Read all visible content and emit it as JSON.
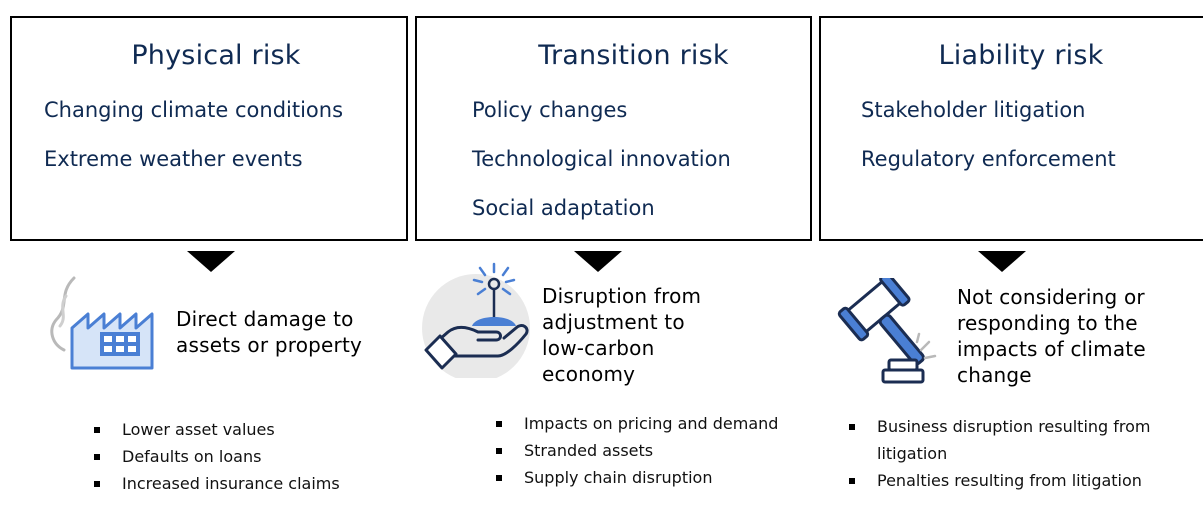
{
  "columns": [
    {
      "title": "Physical risk",
      "drivers": [
        "Changing climate conditions",
        "Extreme weather events"
      ],
      "icon": "factory-icon",
      "impact": "Direct damage to assets or property",
      "impact_lines": [
        "Direct damage to",
        "assets or property"
      ],
      "bullets": [
        "Lower asset values",
        "Defaults on loans",
        "Increased insurance claims"
      ]
    },
    {
      "title": "Transition risk",
      "drivers": [
        "Policy changes",
        "Technological innovation",
        "Social adaptation"
      ],
      "icon": "hand-turbine-icon",
      "impact": "Disruption from adjustment to low-carbon economy",
      "impact_lines": [
        "Disruption from",
        "adjustment to",
        "low-carbon",
        "economy"
      ],
      "bullets": [
        "Impacts on pricing and demand",
        "Stranded assets",
        "Supply chain disruption"
      ]
    },
    {
      "title": "Liability risk",
      "drivers": [
        "Stakeholder litigation",
        "Regulatory enforcement"
      ],
      "icon": "gavel-icon",
      "impact": "Not considering or responding to the impacts of climate change",
      "impact_lines": [
        "Not considering or",
        "responding to the",
        "impacts of climate",
        "change"
      ],
      "bullets": [
        "Business disruption resulting from litigation",
        "Penalties resulting from litigation"
      ]
    }
  ],
  "colors": {
    "title_text": "#0f2a52",
    "icon_blue": "#4a7fd4",
    "icon_dark": "#1b2d52",
    "border": "#000000"
  }
}
